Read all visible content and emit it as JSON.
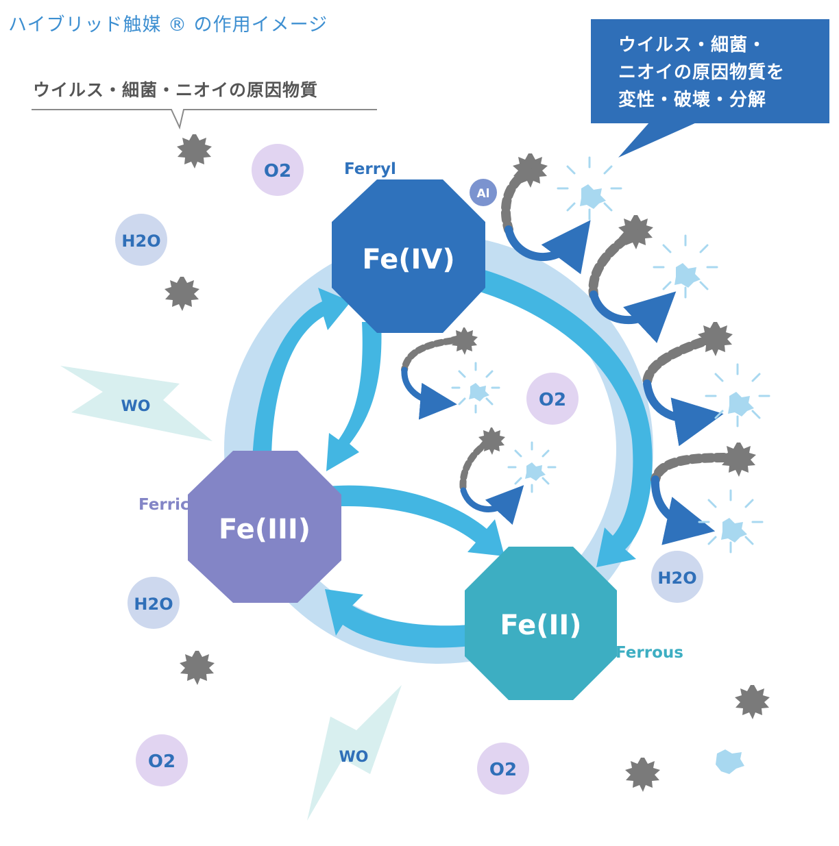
{
  "title": "ハイブリッド触媒 ® の作用イメージ",
  "callouts": {
    "left": "ウイルス・細菌・ニオイの原因物質",
    "right": [
      "ウイルス・細菌・",
      "ニオイの原因物質を",
      "変性・破壊・分解"
    ]
  },
  "states": {
    "fe4": {
      "label": "Fe(IV)",
      "name": "Ferryl"
    },
    "fe3": {
      "label": "Fe(III)",
      "name": "Ferric"
    },
    "fe2": {
      "label": "Fe(II)",
      "name": "Ferrous"
    }
  },
  "badges": {
    "al": "Al",
    "o2": "O2",
    "h2o": "H2O",
    "wo": "WO"
  },
  "colors": {
    "title": "#3d8fd1",
    "callout_bg": "#2f6fb8",
    "ring_outer": "#c3def2",
    "arrow": "#43b6e2",
    "fe4": "#2f72bc",
    "fe3": "#8385c6",
    "fe2": "#3daec2",
    "o2_bubble": "#e1d4f1",
    "o2_text": "#2f6fb8",
    "h2o_bubble": "#cdd8ee",
    "germ": "#7a7a7a",
    "wo_bolt": "#d8efef",
    "destroyed": "#a8d8f0"
  }
}
